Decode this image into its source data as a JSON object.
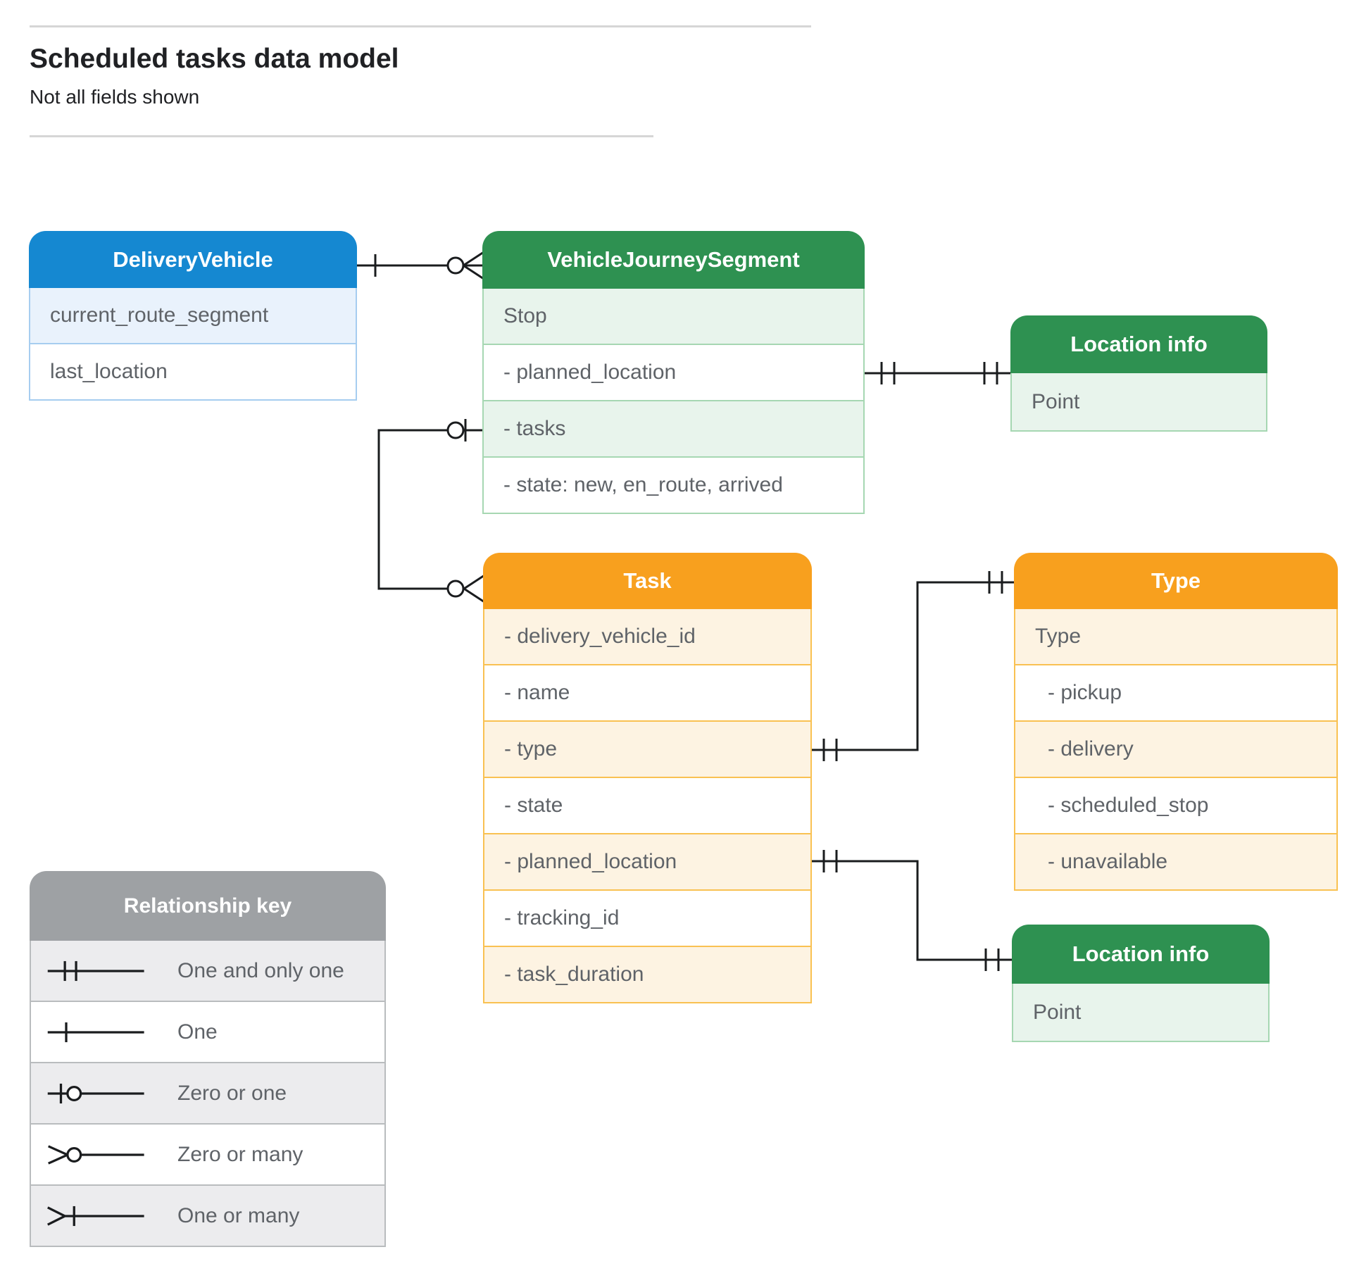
{
  "page": {
    "title": "Scheduled tasks data model",
    "subtitle": "Not all fields shown"
  },
  "colors": {
    "blue_header": "#1588d1",
    "blue_row": "#e9f2fc",
    "blue_border": "#a6cdf0",
    "green_header": "#2e9151",
    "green_row": "#e8f4ec",
    "green_border": "#a6d7b2",
    "orange_header": "#f8a01e",
    "orange_row": "#fdf3e2",
    "orange_border": "#f9c152",
    "gray_header": "#9ea1a4",
    "gray_row": "#ececee",
    "gray_border": "#b9bcbe",
    "connector": "#1a1c1e",
    "field_text": "#5f6368",
    "title_text": "#202124",
    "rule": "#d6d6d6"
  },
  "entities": {
    "delivery_vehicle": {
      "title": "DeliveryVehicle",
      "fields": [
        "current_route_segment",
        "last_location"
      ]
    },
    "vehicle_journey_segment": {
      "title": "VehicleJourneySegment",
      "fields": [
        "Stop",
        "- planned_location",
        "- tasks",
        "- state: new, en_route, arrived"
      ]
    },
    "location_info_top": {
      "title": "Location info",
      "fields": [
        "Point"
      ]
    },
    "task": {
      "title": "Task",
      "fields": [
        "- delivery_vehicle_id",
        "- name",
        "- type",
        "- state",
        "- planned_location",
        "- tracking_id",
        "- task_duration"
      ]
    },
    "type": {
      "title": "Type",
      "fields": [
        "Type",
        "- pickup",
        "- delivery",
        "- scheduled_stop",
        "- unavailable"
      ]
    },
    "location_info_bottom": {
      "title": "Location info",
      "fields": [
        "Point"
      ]
    }
  },
  "legend": {
    "title": "Relationship key",
    "items": [
      {
        "symbol": "one-and-only-one-symbol",
        "label": "One and only one"
      },
      {
        "symbol": "one-symbol",
        "label": "One"
      },
      {
        "symbol": "zero-or-one-symbol",
        "label": "Zero or one"
      },
      {
        "symbol": "zero-or-many-symbol",
        "label": "Zero or many"
      },
      {
        "symbol": "one-or-many-symbol",
        "label": "One or many"
      }
    ]
  },
  "relationships": [
    {
      "from": "DeliveryVehicle",
      "to": "VehicleJourneySegment",
      "from_end": "one",
      "to_end": "zero-or-many"
    },
    {
      "from": "VehicleJourneySegment.planned_location",
      "to": "Location info (top)",
      "from_end": "one-and-only-one",
      "to_end": "one-and-only-one"
    },
    {
      "from": "VehicleJourneySegment.tasks",
      "to": "Task",
      "from_end": "zero-or-one",
      "to_end": "zero-or-many"
    },
    {
      "from": "Task.type",
      "to": "Type",
      "from_end": "one-and-only-one",
      "to_end": "one-and-only-one"
    },
    {
      "from": "Task.planned_location",
      "to": "Location info (bottom)",
      "from_end": "one-and-only-one",
      "to_end": "one-and-only-one"
    }
  ]
}
